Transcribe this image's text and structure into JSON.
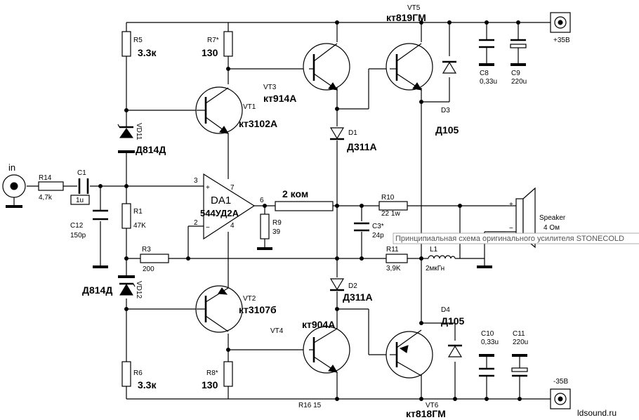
{
  "labels": {
    "in": "in",
    "r14_name": "R14",
    "r14_val": "4,7k",
    "c1_name": "C1",
    "c1_val": "1u",
    "c12_name": "C12",
    "c12_val": "150p",
    "r1_name": "R1",
    "r1_val": "47K",
    "r3_name": "R3",
    "r3_val": "200",
    "r5_name": "R5",
    "r5_val": "3.3к",
    "r6_name": "R6",
    "r6_val": "3.3к",
    "r7_name": "R7*",
    "r7_val": "130",
    "r8_name": "R8*",
    "r8_val": "130",
    "vd11_name": "VD11",
    "vd11_val": "Д814Д",
    "vd12_name": "VD12",
    "vd12_val": "Д814Д",
    "vt1_name": "VT1",
    "vt1_val": "кт3102А",
    "vt2_name": "VT2",
    "vt2_val": "кт3107б",
    "vt3_name": "VT3",
    "vt3_val": "кт914А",
    "vt4_name": "VT4",
    "vt4_val": "кт904А",
    "vt5_name": "VT5",
    "vt5_val": "кт819ГМ",
    "vt6_name": "VT6",
    "vt6_val": "кт818ГМ",
    "da1_name": "DA1",
    "da1_val": "544УД2А",
    "pin2": "2",
    "pin3": "3",
    "pin4": "4",
    "pin6": "6",
    "pin7": "7",
    "plus": "+",
    "minus": "−",
    "r9_name": "R9",
    "r9_val": "39",
    "r_2kom": "2 ком",
    "d1_name": "D1",
    "d1_val": "Д311А",
    "d2_name": "D2",
    "d2_val": "Д311А",
    "d3_name": "D3",
    "d3_val": "Д105",
    "d4_name": "D4",
    "d4_val": "Д105",
    "c3_name": "C3*",
    "c3_val": "24p",
    "r10_name": "R10",
    "r10_val": "22 1w",
    "r11_name": "R11",
    "r11_val": "3,9K",
    "l1_name": "L1",
    "l1_val": "2мкГн",
    "c8_name": "C8",
    "c8_val": "0,33u",
    "c9_name": "C9",
    "c9_val": "220u",
    "c10_name": "C10",
    "c10_val": "0,33u",
    "c11_name": "C11",
    "c11_val": "220u",
    "vplus": "+35В",
    "vminus": "-35В",
    "speaker_name": "Speaker",
    "speaker_val": "4 Ом",
    "r16": "R16 15",
    "tooltip": "Принципиальная схема оригинального усилителя STONECOLD",
    "watermark": "ldsound.ru"
  }
}
